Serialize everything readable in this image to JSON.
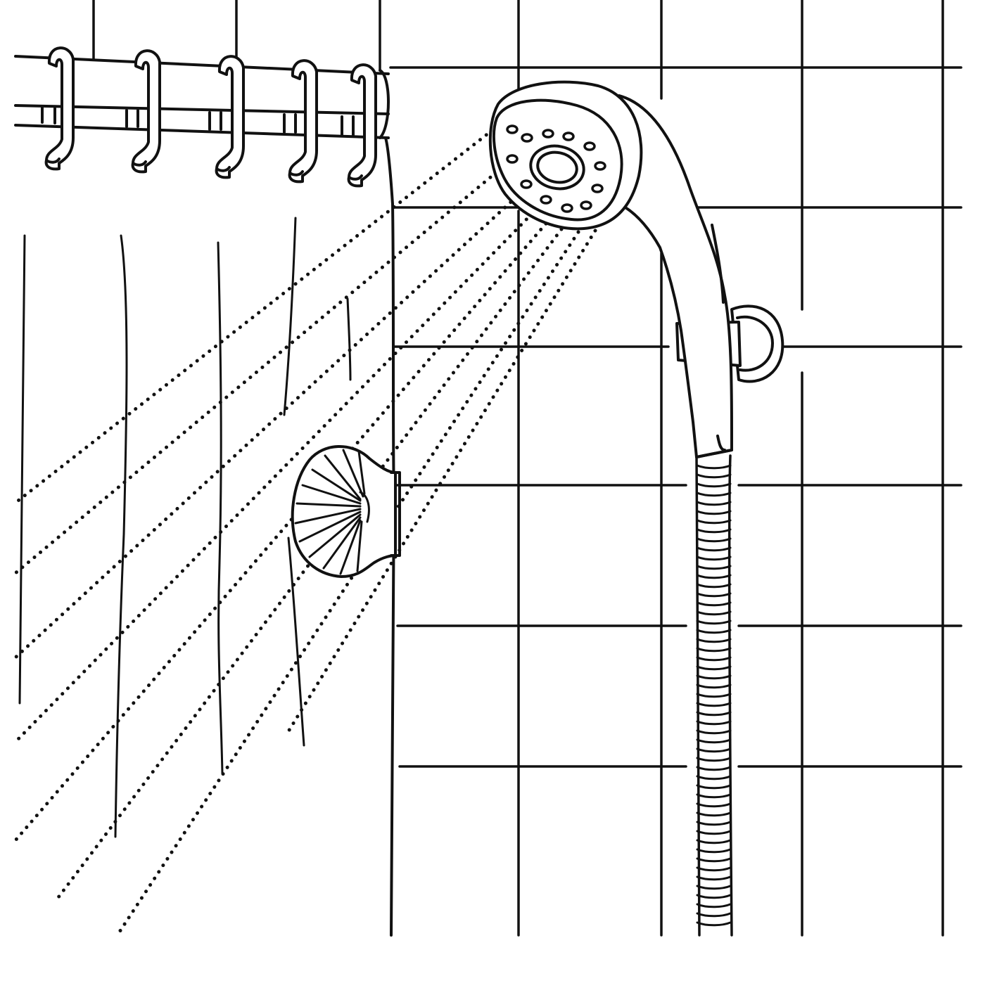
{
  "illustration": {
    "subject": "shower-curtain-clip-illustration",
    "style": "black-ink-line-art",
    "ink_color": "#111111",
    "paper_color": "#ffffff",
    "components": [
      "tile-wall",
      "curtain-rod",
      "curtain-rings",
      "shower-curtain",
      "shell-curtain-clip",
      "handheld-shower-head",
      "wall-bracket",
      "flexible-hose",
      "water-spray"
    ],
    "curtain_ring_count": 5,
    "spray_stream_count": 8,
    "shower_head_nozzle_count": 12
  }
}
